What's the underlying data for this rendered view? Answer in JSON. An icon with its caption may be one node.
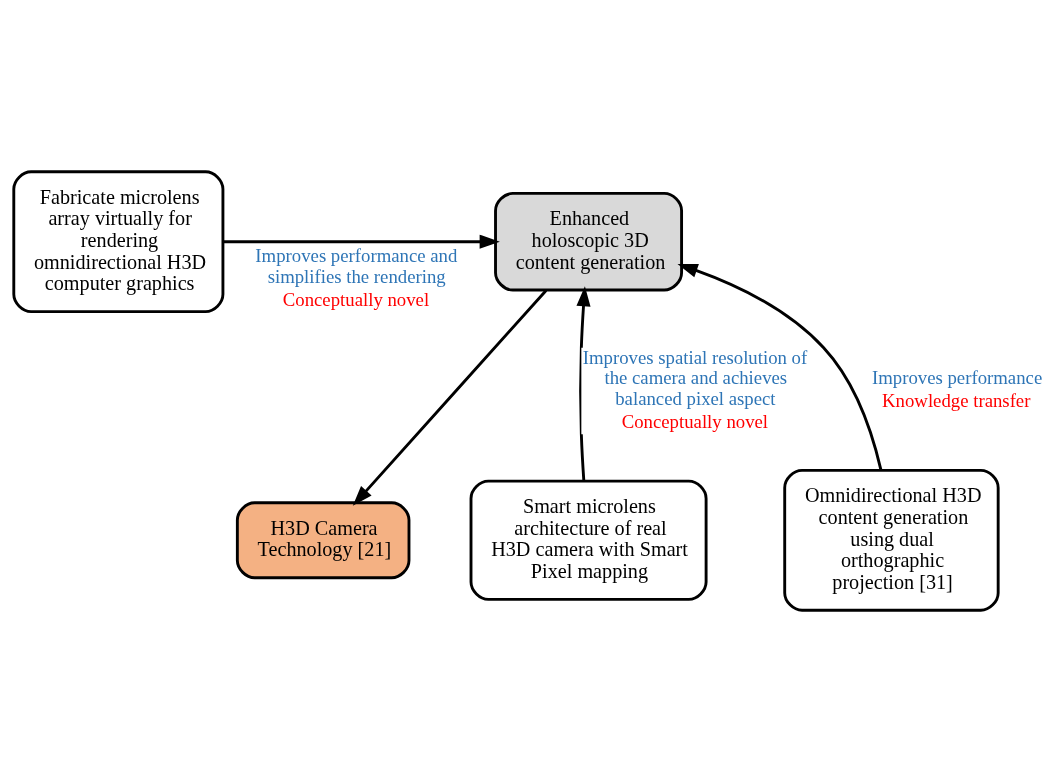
{
  "diagram": {
    "nodes": [
      {
        "text": [
          "H3D Camera Technology [21]"
        ]
      },
      {
        "text": [
          "Smart microlens architecture of real H3D camera with Smart Pixel mapping"
        ]
      },
      {
        "text": [
          "Enhanced holoscopic 3D content generation"
        ]
      },
      {
        "text": [
          "Fabricate microlens array virtually for rendering omnidirectional H3D computer graphics"
        ]
      },
      {
        "text": [
          "Omnidirectional H3D content generation using dual orthographic projection [31]"
        ]
      }
    ],
    "edges": [
      {
        "from": 2,
        "to": 0,
        "arrow": "to"
      },
      {
        "from": 1,
        "to": 2,
        "arrow": "to",
        "label": [
          "Improves spatial resolution of the camera and achieves balanced pixel aspect",
          "Conceptually novel"
        ]
      },
      {
        "from": 3,
        "to": 2,
        "arrow": "to",
        "label": [
          "Improves performance and simplifies the rendering",
          "Conceptually novel"
        ]
      },
      {
        "from": 4,
        "to": 2,
        "arrow": "to",
        "label": [
          "Improves performance",
          "Knowledge transfer"
        ]
      }
    ]
  }
}
